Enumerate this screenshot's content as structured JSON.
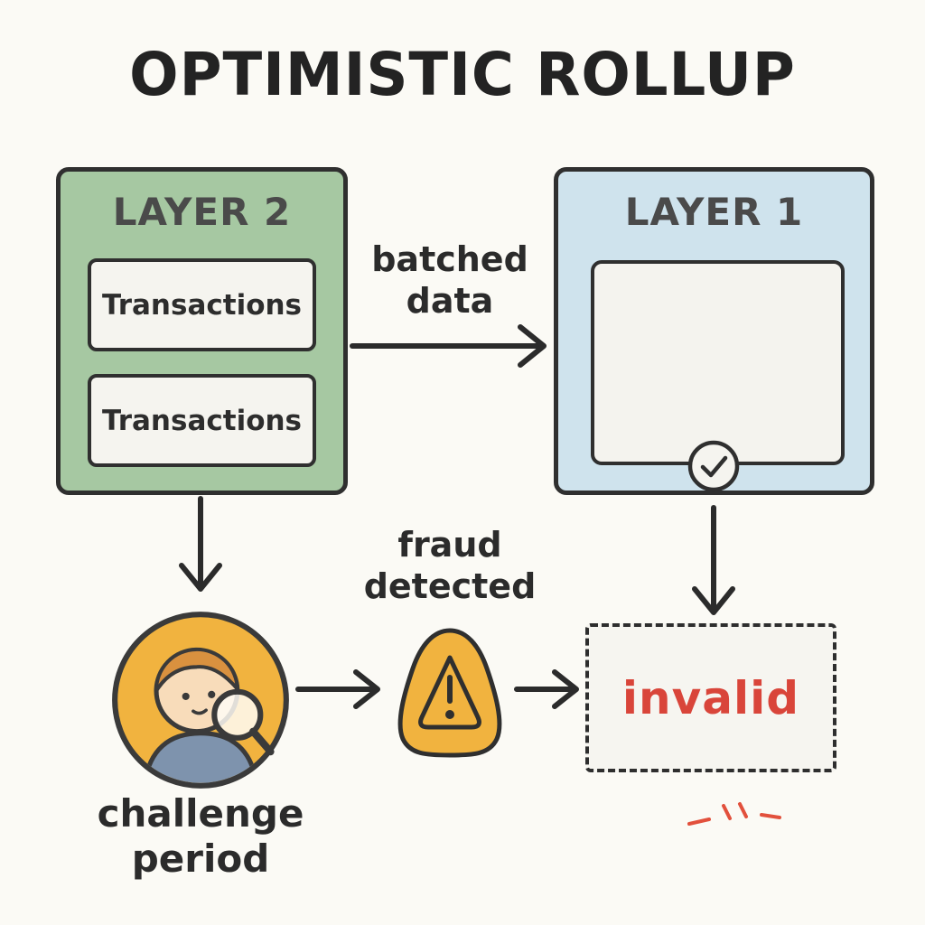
{
  "title": "OPTIMISTIC ROLLUP",
  "layer2": {
    "label": "LAYER 2",
    "transactions": [
      "Transactions",
      "Transactions"
    ]
  },
  "layer1": {
    "label": "LAYER 1"
  },
  "labels": {
    "batched_data": "batched\ndata",
    "fraud_detected": "fraud\ndetected",
    "challenge_period": "challenge\nperiod",
    "invalid": "invalid"
  },
  "icons": {
    "layer1_status": "check-icon",
    "fraud": "warning-triangle-icon",
    "challenger": "person-magnifier-icon"
  },
  "colors": {
    "background": "#fbfaf5",
    "outline": "#2e2e2e",
    "layer2_fill": "#a6c8a2",
    "layer1_fill": "#cfe3ed",
    "panel_fill": "#f5f4ef",
    "accent_yellow": "#f1b33f",
    "invalid_red": "#d9453a"
  }
}
